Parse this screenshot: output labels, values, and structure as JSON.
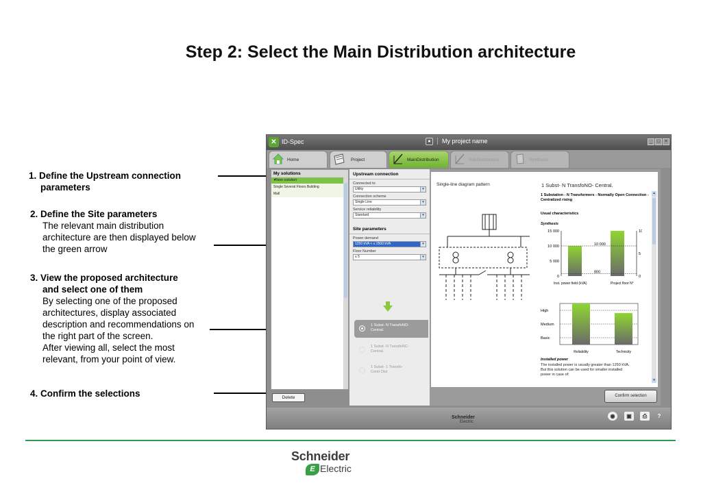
{
  "slide": {
    "title": "Step 2: Select the Main Distribution architecture",
    "annotations": [
      {
        "heading": "1. Define the Upstream connection",
        "heading2": "parameters",
        "body": ""
      },
      {
        "heading": "2. Define the Site parameters",
        "body1": "The relevant main distribution",
        "body2": "architecture are then displayed below",
        "body3": "the green arrow"
      },
      {
        "heading": "3. View the proposed architecture",
        "heading2": "and select one of them",
        "body1": "By selecting one of  the proposed",
        "body2": "architectures, display  associated",
        "body3": "description and recommendations on",
        "body4": "the right part of the screen.",
        "body5": "After viewing all, select the most",
        "body6": "relevant, from your point of view."
      },
      {
        "heading": "4. Confirm the selections"
      }
    ],
    "footer_logo": {
      "line1": "Schneider",
      "line2": "Electric",
      "mark": "E"
    }
  },
  "app": {
    "app_name": "ID-Spec",
    "project_name": "My project name",
    "tabs": [
      {
        "label": "Home",
        "icon": "home-icon"
      },
      {
        "label": "Project",
        "icon": "folder-icon"
      },
      {
        "label": "MainDistribution",
        "icon": "distribution-icon"
      },
      {
        "label": "SubDistribution",
        "icon": "distribution-icon"
      },
      {
        "label": "Synthesis",
        "icon": "document-icon"
      }
    ],
    "solutions": {
      "header": "My solutions",
      "selected": "▾New solution",
      "items": [
        "Single Several Floors Building",
        "Mall"
      ]
    },
    "delete_label": "Delete",
    "upstream": {
      "header": "Upstream connection",
      "connected_to_label": "Connected to",
      "connected_to_value": "Utility",
      "scheme_label": "Connection scheme",
      "scheme_value": "Single Line",
      "reliability_label": "Service reliability",
      "reliability_value": "Standard"
    },
    "site": {
      "header": "Site parameters",
      "power_label": "Power demand",
      "power_value": "1250 kVA < ≤ 2500 kVA",
      "floor_label": "Floor Number",
      "floor_value": "≤ 5"
    },
    "architectures": [
      {
        "line1": "1 Subst- N TransfoNO-",
        "line2": "Central.",
        "selected": true
      },
      {
        "line1": "1 Subst- N TransfoNC-",
        "line2": "Central.",
        "selected": false
      },
      {
        "line1": "1 Subst- 1 Transfo-",
        "line2": "Centr Dist",
        "selected": false
      }
    ],
    "detail": {
      "sld_title": "Single-line diagram pattern",
      "arch_title": "1 Subst- N TransfoNO- Central.",
      "desc": "1 Substation - N Transformers - Normally Open Connection - Centralized rising",
      "usual": "Usual characteristics",
      "synthesis": "Synthesis",
      "installed_title": "Installed power",
      "installed_line1": "The installed power is usually greater than 1250 kVA.",
      "installed_line2": "But this solution can be used for smaller installed",
      "installed_line3": "power in case of:"
    },
    "confirm_label": "Confirm selection",
    "footer_brand1": "Schneider",
    "footer_brand2": "Electric",
    "footer_icons": [
      "eye-icon",
      "save-icon",
      "print-icon",
      "help-icon"
    ]
  },
  "chart_data": [
    {
      "type": "bar",
      "title": "Synthesis",
      "categories": [
        "Inst. power field (kVA)",
        "Project floor N°"
      ],
      "series": [
        {
          "values": [
            10000,
            10
          ]
        }
      ],
      "y_left": {
        "ticks": [
          "0",
          "5 000",
          "10 000",
          "15 000"
        ],
        "range": [
          0,
          15000
        ]
      },
      "y_right": {
        "ticks": [
          "0",
          "5",
          "10"
        ],
        "range": [
          0,
          10
        ]
      },
      "data_labels": [
        "800",
        "10 000"
      ],
      "marker_values": [
        800,
        10000
      ]
    },
    {
      "type": "bar",
      "categories": [
        "Reliability",
        "Technicity"
      ],
      "levels": [
        "Basic",
        "Medium",
        "High"
      ],
      "values": [
        3,
        2.3
      ]
    }
  ]
}
